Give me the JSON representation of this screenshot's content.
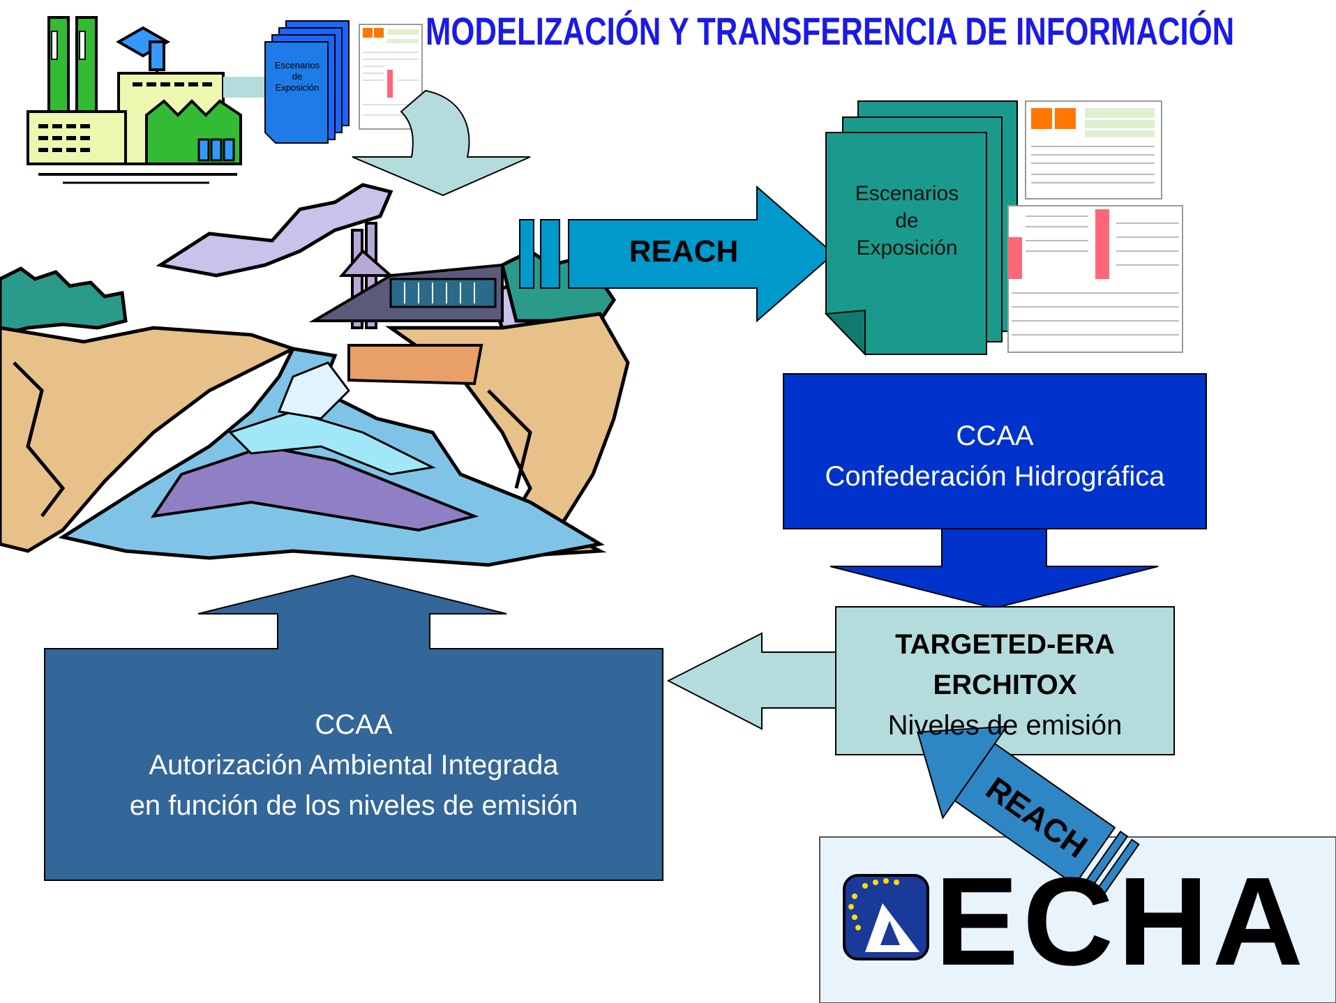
{
  "title": "MODELIZACIÓN Y TRANSFERENCIA DE INFORMACIÓN",
  "factory_docs": {
    "line1": "Escenarios",
    "line2": "de",
    "line3": "Exposición"
  },
  "reach_arrow_label": "REACH",
  "scenario_docs": {
    "line1": "Escenarios",
    "line2": "de",
    "line3": "Exposición"
  },
  "confederacion_box": {
    "line1": "CCAA",
    "line2": "Confederación Hidrográfica"
  },
  "targeted_box": {
    "line1": "TARGETED-ERA",
    "line2": "ERCHITOX",
    "line3": "Niveles de emisión"
  },
  "autorizacion_box": {
    "line1": "CCAA",
    "line2": "Autorización Ambiental Integrada",
    "line3": "en función de los niveles de emisión"
  },
  "echa_arrow_label": "REACH",
  "echa_logo_text": "ECHA",
  "colors": {
    "title": "#1a1ae6",
    "reach_arrow": "#0099cc",
    "scenario_docs": "#1a9a8c",
    "confederacion_box": "#0033cc",
    "targeted_box": "#b4dcdc",
    "autorizacion_box": "#336699",
    "echa_arrow": "#2f86c4"
  }
}
